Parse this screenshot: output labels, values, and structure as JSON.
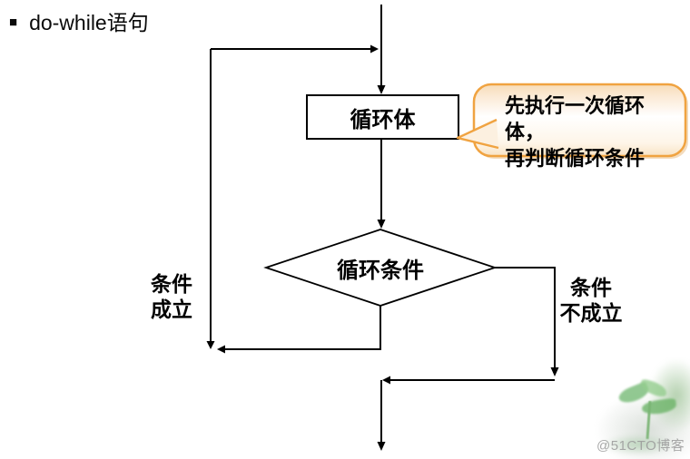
{
  "title": {
    "bullet": "■",
    "text": "do-while语句"
  },
  "flowchart": {
    "loop_body": "循环体",
    "condition": "循环条件",
    "branch_true": "条件\n成立",
    "branch_false": "条件\n不成立"
  },
  "callout": {
    "text": "先执行一次循环体，\n再判断循环条件"
  },
  "watermark": "@51CTO博客",
  "colors": {
    "background": "#FFFFFF",
    "line": "#000000",
    "callout_border": "#F0A341",
    "callout_fill_top": "#F7DDBA",
    "callout_fill_bottom": "#F9E5C8",
    "watermark_gray": "#9A9A9A",
    "leaf_green": "#7FBF7F"
  }
}
